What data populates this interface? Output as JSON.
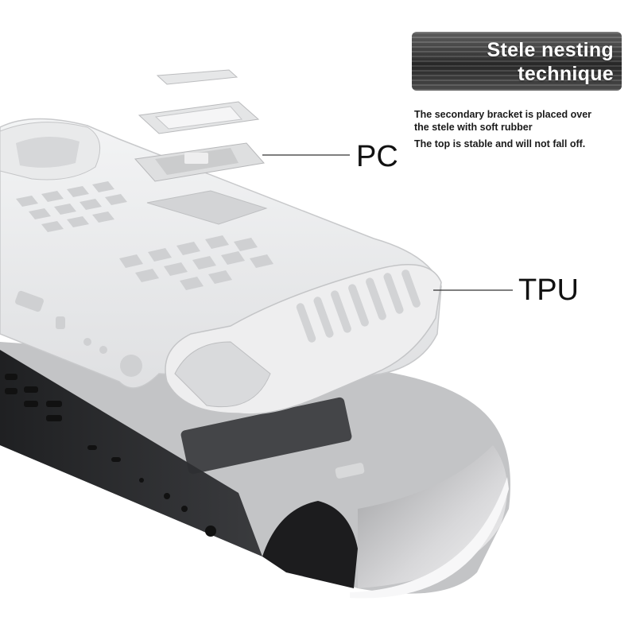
{
  "banner": {
    "line1": "Stele nesting",
    "line2": "technique"
  },
  "description": {
    "line1": "The secondary bracket is placed over",
    "line2": "the stele with soft rubber",
    "line3": "The top is stable and will not fall off."
  },
  "callouts": {
    "pc": "PC",
    "tpu": "TPU"
  },
  "colors": {
    "case_white": "#ecedee",
    "console_dark": "#2a2b2d",
    "console_grey": "#c9cacb",
    "leader_line": "#333333"
  }
}
